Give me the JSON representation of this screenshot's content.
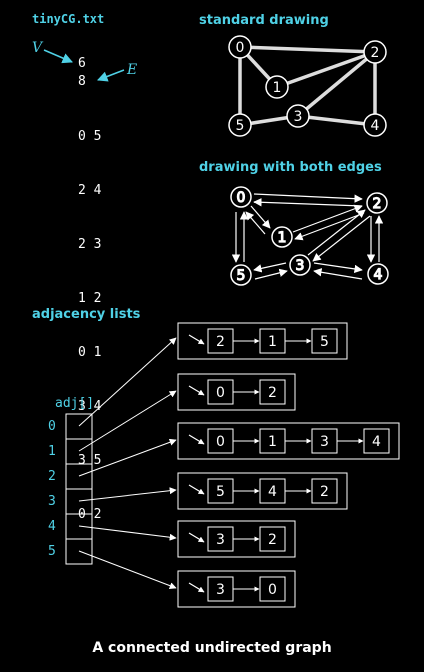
{
  "file": {
    "name": "tinyCG.txt",
    "v_label": "V",
    "e_label": "E",
    "v_count": "6",
    "e_count": "8",
    "edges": [
      "0 5",
      "2 4",
      "2 3",
      "1 2",
      "0 1",
      "3 4",
      "3 5",
      "0 2"
    ]
  },
  "standard": {
    "title": "standard drawing",
    "vertices": [
      "0",
      "1",
      "2",
      "3",
      "4",
      "5"
    ]
  },
  "both": {
    "title": "drawing with both edges",
    "vertices": [
      "0",
      "1",
      "2",
      "3",
      "4",
      "5"
    ]
  },
  "adjacency": {
    "title": "adjacency lists",
    "array_label": "adj[]",
    "indices": [
      "0",
      "1",
      "2",
      "3",
      "4",
      "5"
    ],
    "lists": [
      [
        "2",
        "1",
        "5"
      ],
      [
        "0",
        "2"
      ],
      [
        "0",
        "1",
        "3",
        "4"
      ],
      [
        "5",
        "4",
        "2"
      ],
      [
        "3",
        "2"
      ],
      [
        "3",
        "0"
      ]
    ]
  },
  "caption": "A connected undirected graph"
}
